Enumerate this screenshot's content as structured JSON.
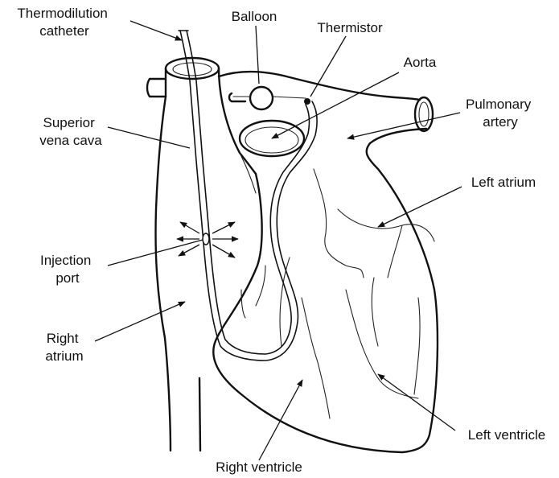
{
  "labels": {
    "thermodilution_catheter": [
      "Thermodilution",
      "catheter"
    ],
    "balloon": "Balloon",
    "thermistor": "Thermistor",
    "aorta": "Aorta",
    "pulmonary_artery": [
      "Pulmonary",
      "artery"
    ],
    "superior_vena_cava": [
      "Superior",
      "vena cava"
    ],
    "left_atrium": "Left atrium",
    "injection_port": [
      "Injection",
      "port"
    ],
    "right_atrium": [
      "Right",
      "atrium"
    ],
    "left_ventricle": "Left ventricle",
    "right_ventricle": "Right ventricle"
  }
}
